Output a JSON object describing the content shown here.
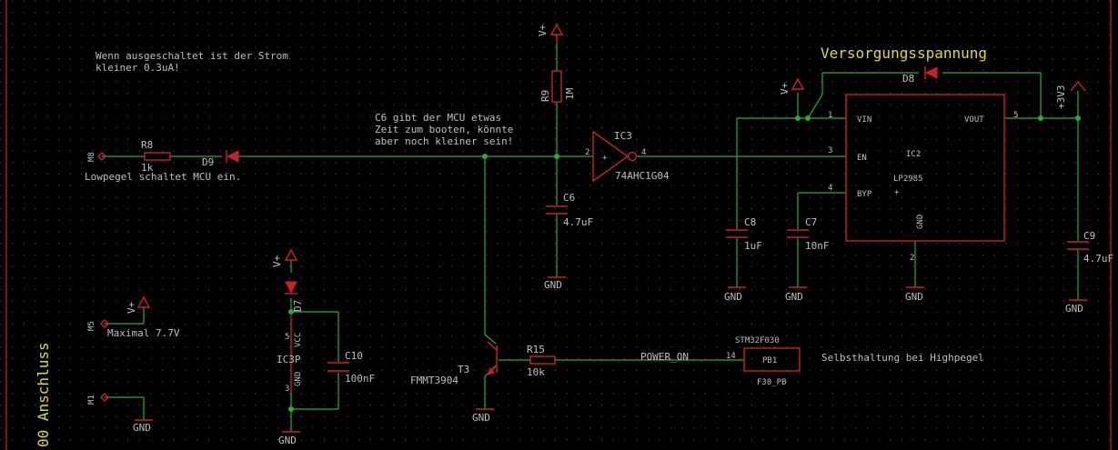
{
  "colors": {
    "background": "#000000",
    "wire": "#2fa83a",
    "symbol": "#c8202a",
    "text": "#bfbfbf",
    "highlight_text": "#d8d84a"
  },
  "notes": {
    "off_current_line1": "Wenn ausgeschaltet ist der Strom",
    "off_current_line2": "kleiner 0.3uA!",
    "lowpegel": "Lowpegel schaltet MCU ein.",
    "c6_line1": "C6 gibt der MCU etwas",
    "c6_line2": "Zeit zum booten, könnte",
    "c6_line3": "aber noch kleiner sein!",
    "maximal": "Maximal 7.7V",
    "selbsthaltung": "Selbsthaltung bei Highpegel",
    "versorgung": "Versorgungsspannung",
    "anschluss": "00 Anschluss"
  },
  "supplies": {
    "vplus": "V+",
    "v3v3": "+3V3",
    "gnd": "GND"
  },
  "parts": {
    "m8": "M8",
    "m5": "M5",
    "m1": "M1",
    "r8": {
      "name": "R8",
      "value": "1k"
    },
    "d9": "D9",
    "r9": {
      "name": "R9",
      "value": "1M"
    },
    "c6": {
      "name": "C6",
      "value": "4.7uF"
    },
    "ic3": {
      "name": "IC3",
      "value": "74AHC1G04",
      "pin_in": "2",
      "pin_out": "4"
    },
    "ic3p": {
      "name": "IC3P",
      "pin_vcc_num": "5",
      "pin_vcc": "VCC",
      "pin_gnd_num": "3",
      "pin_gnd": "GND"
    },
    "d7": "D7",
    "c10": {
      "name": "C10",
      "value": "100nF"
    },
    "t3": {
      "name": "T3",
      "value": "FMMT3904"
    },
    "r15": {
      "name": "R15",
      "value": "10k"
    },
    "net_power_on": "POWER_ON",
    "mcu": {
      "top": "STM32F030",
      "pin_num": "14",
      "pin": "PB1",
      "bottom": "F30_PB"
    },
    "c8": {
      "name": "C8",
      "value": "1uF"
    },
    "c7": {
      "name": "C7",
      "value": "10nF"
    },
    "c9": {
      "name": "C9",
      "value": "4.7uF"
    },
    "d8": "D8",
    "ic2": {
      "name": "IC2",
      "value": "LP2985",
      "vin": "VIN",
      "vin_num": "1",
      "en": "EN",
      "en_num": "3",
      "byp": "BYP",
      "byp_num": "4",
      "gnd": "GND",
      "gnd_num": "2",
      "vout": "VOUT",
      "vout_num": "5"
    }
  }
}
